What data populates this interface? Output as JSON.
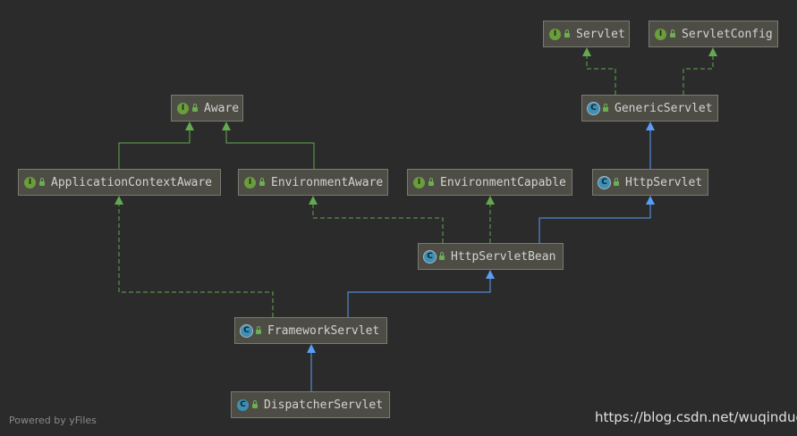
{
  "nodes": [
    {
      "id": "servlet",
      "kind": "interface",
      "kind_letter": "I",
      "label": "Servlet"
    },
    {
      "id": "servletconfig",
      "kind": "interface",
      "kind_letter": "I",
      "label": "ServletConfig"
    },
    {
      "id": "aware",
      "kind": "interface",
      "kind_letter": "I",
      "label": "Aware"
    },
    {
      "id": "genericservlet",
      "kind": "abstract-class",
      "kind_letter": "C",
      "label": "GenericServlet"
    },
    {
      "id": "applicationcontextaware",
      "kind": "interface",
      "kind_letter": "I",
      "label": "ApplicationContextAware"
    },
    {
      "id": "environmentaware",
      "kind": "interface",
      "kind_letter": "I",
      "label": "EnvironmentAware"
    },
    {
      "id": "environmentcapable",
      "kind": "interface",
      "kind_letter": "I",
      "label": "EnvironmentCapable"
    },
    {
      "id": "httpservlet",
      "kind": "abstract-class",
      "kind_letter": "C",
      "label": "HttpServlet"
    },
    {
      "id": "httpservletbean",
      "kind": "abstract-class",
      "kind_letter": "C",
      "label": "HttpServletBean"
    },
    {
      "id": "frameworkservlet",
      "kind": "abstract-class",
      "kind_letter": "C",
      "label": "FrameworkServlet"
    },
    {
      "id": "dispatcherservlet",
      "kind": "class",
      "kind_letter": "C",
      "label": "DispatcherServlet"
    }
  ],
  "edges": [
    {
      "from": "genericservlet",
      "to": "servlet",
      "relation": "implements"
    },
    {
      "from": "genericservlet",
      "to": "servletconfig",
      "relation": "implements"
    },
    {
      "from": "applicationcontextaware",
      "to": "aware",
      "relation": "extends-interface"
    },
    {
      "from": "environmentaware",
      "to": "aware",
      "relation": "extends-interface"
    },
    {
      "from": "httpservlet",
      "to": "genericservlet",
      "relation": "extends"
    },
    {
      "from": "httpservletbean",
      "to": "httpservlet",
      "relation": "extends"
    },
    {
      "from": "httpservletbean",
      "to": "environmentaware",
      "relation": "implements"
    },
    {
      "from": "httpservletbean",
      "to": "environmentcapable",
      "relation": "implements"
    },
    {
      "from": "frameworkservlet",
      "to": "httpservletbean",
      "relation": "extends"
    },
    {
      "from": "frameworkservlet",
      "to": "applicationcontextaware",
      "relation": "implements"
    },
    {
      "from": "dispatcherservlet",
      "to": "frameworkservlet",
      "relation": "extends"
    }
  ],
  "colors": {
    "background": "#2b2b2b",
    "node_fill": "#4e4d45",
    "node_border": "#7a7a72",
    "extends_edge": "#589df6",
    "implements_edge": "#62a94f",
    "interface_edge": "#62a94f"
  },
  "footer": "Powered by yFiles",
  "watermark": "https://blog.csdn.net/wuqinduo"
}
